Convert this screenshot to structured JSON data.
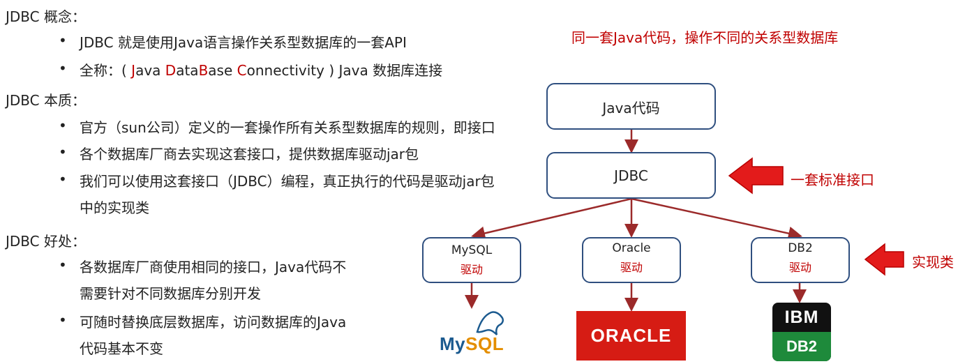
{
  "left": {
    "h1": "JDBC 概念：",
    "b1": "JDBC 就是使用Java语言操作关系型数据库的一套API",
    "b2": {
      "prefix": "全称：( ",
      "j": "J",
      "w1": "ava ",
      "d": "D",
      "w2": "ata",
      "b": "B",
      "w3": "ase ",
      "c": "C",
      "w4": "onnectivity ) Java 数据库连接"
    },
    "h2": "JDBC 本质：",
    "b3": "官方（sun公司）定义的一套操作所有关系型数据库的规则，即接口",
    "b4": "各个数据库厂商去实现这套接口，提供数据库驱动jar包",
    "b5a": "我们可以使用这套接口（JDBC）编程，真正执行的代码是驱动jar包",
    "b5b": "中的实现类",
    "h3": "JDBC 好处：",
    "b6a": "各数据库厂商使用相同的接口，Java代码不",
    "b6b": "需要针对不同数据库分别开发",
    "b7a": "可随时替换底层数据库，访问数据库的Java",
    "b7b": "代码基本不变",
    "bullet": "•"
  },
  "diagram": {
    "title": "同一套Java代码，操作不同的关系型数据库",
    "java_box": "Java代码",
    "jdbc_box": "JDBC",
    "jdbc_note": "一套标准接口",
    "impl_note": "实现类",
    "drivers": [
      {
        "name": "MySQL",
        "sub": "驱动"
      },
      {
        "name": "Oracle",
        "sub": "驱动"
      },
      {
        "name": "DB2",
        "sub": "驱动"
      }
    ],
    "logos": {
      "mysql_a": "My",
      "mysql_b": "SQL",
      "oracle": "ORACLE",
      "ibm": "IBM",
      "db2": "DB2"
    },
    "colors": {
      "accent_red": "#c00000",
      "box_border": "#2f4f7f",
      "line": "#9b2a2a",
      "arrow_fill": "#e31b1b"
    }
  }
}
